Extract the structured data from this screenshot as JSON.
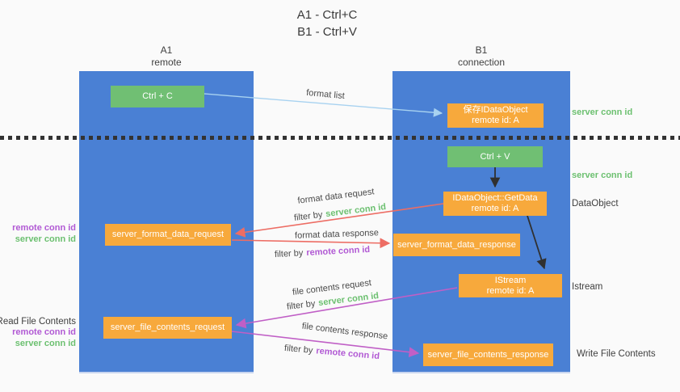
{
  "title": {
    "line1": "A1 - Ctrl+C",
    "line2": "B1 - Ctrl+V"
  },
  "columns": {
    "a1": {
      "name": "A1",
      "subtitle": "remote"
    },
    "b1": {
      "name": "B1",
      "subtitle": "connection"
    }
  },
  "boxes": {
    "ctrl_c": {
      "label": "Ctrl + C"
    },
    "ctrl_v": {
      "label": "Ctrl + V"
    },
    "save_idataobject": {
      "line1": "保存IDataObject",
      "line2": "remote id: A"
    },
    "getdata": {
      "line1": "IDataObject::GetData",
      "line2": "remote id: A"
    },
    "istream": {
      "line1": "IStream",
      "line2": "remote id: A"
    },
    "format_request": {
      "label": "server_format_data_request"
    },
    "format_response": {
      "label": "server_format_data_response"
    },
    "file_request": {
      "label": "server_file_contents_request"
    },
    "file_response": {
      "label": "server_file_contents_response"
    }
  },
  "flow_labels": {
    "format_list": "format list",
    "format_data_request": "format data request",
    "format_data_response": "format data response",
    "file_contents_request": "file contents request",
    "file_contents_response": "file contents response",
    "filter_by": "filter by",
    "server_conn_id": "server conn id",
    "remote_conn_id": "remote conn id"
  },
  "side_labels": {
    "server_conn_id": "server conn id",
    "remote_conn_id": "remote conn id",
    "read_file_contents": "Read File Contents",
    "write_file_contents": "Write File Contents",
    "dataobject": "DataObject",
    "istream": "Istream"
  },
  "colors": {
    "column_blue": "#4a80d4",
    "box_green": "#70bf73",
    "box_orange": "#f7a93c",
    "arrow_blue": "#a8d2f0",
    "arrow_red": "#ed6d64",
    "arrow_magenta": "#c05fc6",
    "arrow_black": "#303030",
    "text_green": "#6cc070",
    "text_purple": "#b159d4",
    "text_dark": "#3f3f3f",
    "background": "#fafafa"
  }
}
